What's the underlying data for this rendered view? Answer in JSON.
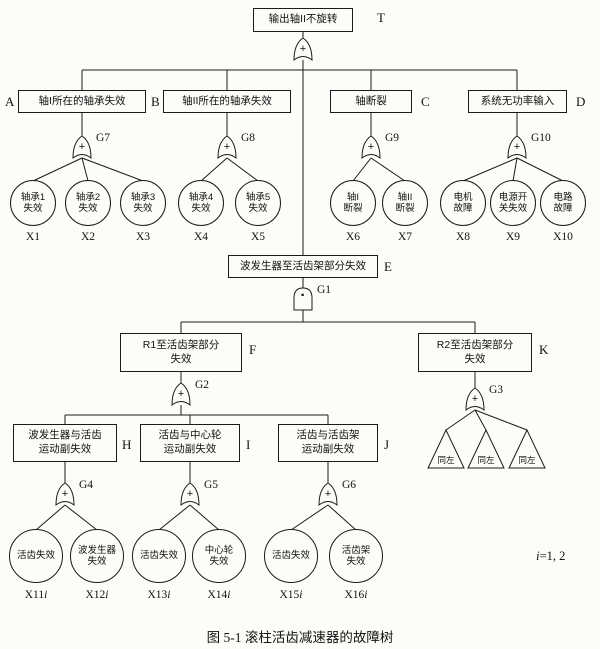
{
  "caption": "图 5-1  滚柱活齿减速器的故障树",
  "note": {
    "var": "i",
    "rest": "=1, 2"
  },
  "top": {
    "tag": "T",
    "label": "输出轴II不旋转"
  },
  "gates": {
    "gtop": {
      "name": "",
      "symbol": "+"
    },
    "g1": {
      "name": "G1",
      "symbol": "·"
    },
    "g2": {
      "name": "G2",
      "symbol": "+"
    },
    "g3": {
      "name": "G3",
      "symbol": "+"
    },
    "g4": {
      "name": "G4",
      "symbol": "+"
    },
    "g5": {
      "name": "G5",
      "symbol": "+"
    },
    "g6": {
      "name": "G6",
      "symbol": "+"
    },
    "g7": {
      "name": "G7",
      "symbol": "+"
    },
    "g8": {
      "name": "G8",
      "symbol": "+"
    },
    "g9": {
      "name": "G9",
      "symbol": "+"
    },
    "g10": {
      "name": "G10",
      "symbol": "+"
    }
  },
  "boxes": {
    "a": {
      "tag": "A",
      "label": "轴I所在的轴承失效"
    },
    "b": {
      "tag": "B",
      "label": "轴II所在的轴承失效"
    },
    "c": {
      "tag": "C",
      "label": "轴断裂"
    },
    "d": {
      "tag": "D",
      "label": "系统无功率输入"
    },
    "e": {
      "tag": "E",
      "label": "波发生器至活齿架部分失效"
    },
    "f": {
      "tag": "F",
      "label": "R1至活齿架部分\n失效"
    },
    "k": {
      "tag": "K",
      "label": "R2至活齿架部分\n失效"
    },
    "h": {
      "tag": "H",
      "label": "波发生器与活齿\n运动副失效"
    },
    "i": {
      "tag": "I",
      "label": "活齿与中心轮\n运动副失效"
    },
    "j": {
      "tag": "J",
      "label": "活齿与活齿架\n运动副失效"
    }
  },
  "events_row1": [
    {
      "label": "轴承1\n失效",
      "id": "X1"
    },
    {
      "label": "轴承2\n失效",
      "id": "X2"
    },
    {
      "label": "轴承3\n失效",
      "id": "X3"
    },
    {
      "label": "轴承4\n失效",
      "id": "X4"
    },
    {
      "label": "轴承5\n失效",
      "id": "X5"
    },
    {
      "label": "轴I\n断裂",
      "id": "X6"
    },
    {
      "label": "轴II\n断裂",
      "id": "X7"
    },
    {
      "label": "电机\n故障",
      "id": "X8"
    },
    {
      "label": "电源开\n关失效",
      "id": "X9"
    },
    {
      "label": "电路\n故障",
      "id": "X10"
    }
  ],
  "events_row2": [
    {
      "label": "活齿失效",
      "id": "X11",
      "suffix": "i"
    },
    {
      "label": "波发生器\n失效",
      "id": "X12",
      "suffix": "i"
    },
    {
      "label": "活齿失效",
      "id": "X13",
      "suffix": "i"
    },
    {
      "label": "中心轮\n失效",
      "id": "X14",
      "suffix": "i"
    },
    {
      "label": "活齿失效",
      "id": "X15",
      "suffix": "i"
    },
    {
      "label": "活齿架\n失效",
      "id": "X16",
      "suffix": "i"
    }
  ],
  "transfers": [
    {
      "label": "同左"
    },
    {
      "label": "同左"
    },
    {
      "label": "同左"
    }
  ]
}
